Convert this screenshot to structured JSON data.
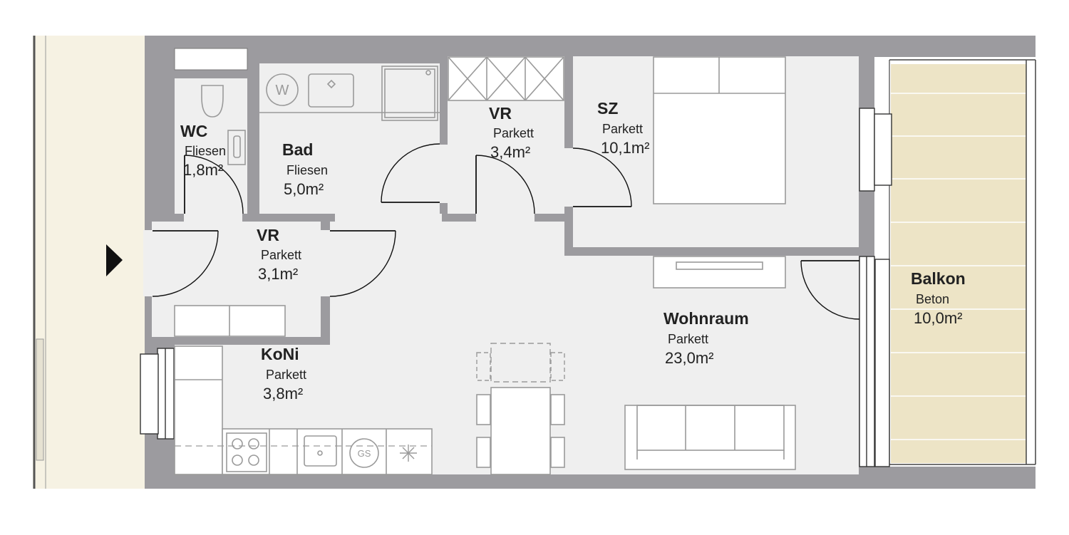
{
  "rooms": {
    "wc": {
      "name": "WC",
      "material": "Fliesen",
      "area": "1,8m²"
    },
    "bad": {
      "name": "Bad",
      "material": "Fliesen",
      "area": "5,0m²"
    },
    "vr_upper": {
      "name": "VR",
      "material": "Parkett",
      "area": "3,4m²"
    },
    "sz": {
      "name": "SZ",
      "material": "Parkett",
      "area": "10,1m²"
    },
    "vr_entry": {
      "name": "VR",
      "material": "Parkett",
      "area": "3,1m²"
    },
    "koni": {
      "name": "KoNi",
      "material": "Parkett",
      "area": "3,8m²"
    },
    "wohnraum": {
      "name": "Wohnraum",
      "material": "Parkett",
      "area": "23,0m²"
    },
    "balkon": {
      "name": "Balkon",
      "material": "Beton",
      "area": "10,0m²"
    }
  },
  "fixtures": {
    "washer_symbol": "W",
    "dishwasher_symbol": "GS"
  },
  "colors": {
    "wall": "#9c9b9f",
    "floor": "#efefef",
    "balcony": "#ede4c6",
    "corridor": "#f6f2e3"
  },
  "icons": {
    "entrance": "triangle-right-icon"
  }
}
